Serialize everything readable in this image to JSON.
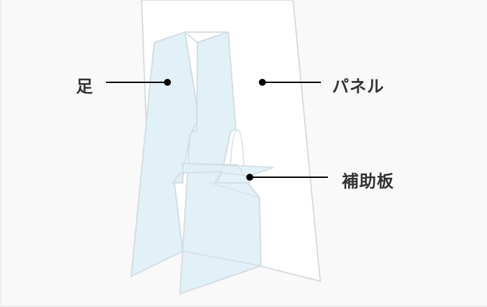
{
  "diagram": {
    "title": "Stand panel parts diagram",
    "colors": {
      "background": "#f9f9f9",
      "panel_fill": "#ffffff",
      "leg_fill": "#dff0f7",
      "outline": "#d5dde2",
      "leader": "#000000",
      "label_text": "#333333"
    },
    "labels": [
      {
        "id": "leg",
        "text": "足"
      },
      {
        "id": "panel",
        "text": "パネル"
      },
      {
        "id": "support",
        "text": "補助板"
      }
    ]
  }
}
